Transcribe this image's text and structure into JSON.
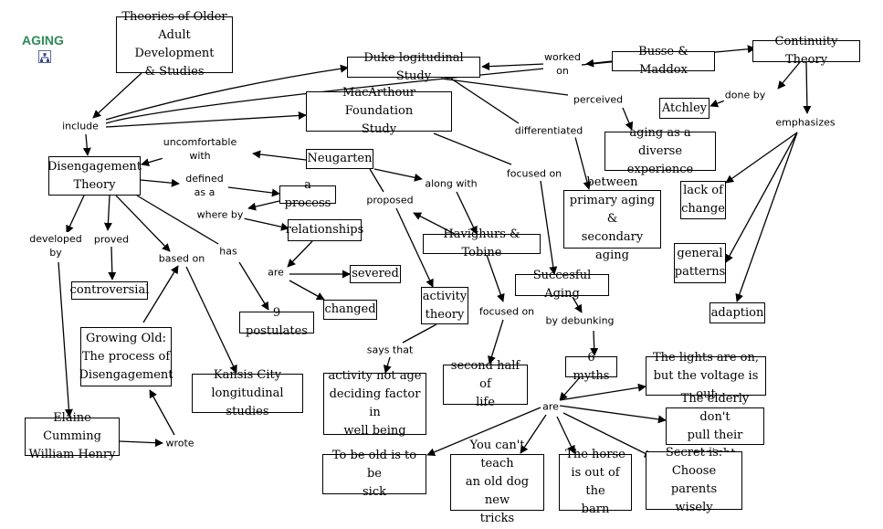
{
  "map_title": "AGING",
  "icon": "concept-map-icon",
  "nodes": [
    {
      "id": "theories",
      "text": "Theories of Older\nAdult Development\n& Studies"
    },
    {
      "id": "duke",
      "text": "Duke logitudinal Study"
    },
    {
      "id": "busse",
      "text": "Busse & Maddox"
    },
    {
      "id": "continuity",
      "text": "Continuity Theory"
    },
    {
      "id": "macarthur",
      "text": "MacArthour Foundation\nStudy"
    },
    {
      "id": "atchley",
      "text": "Atchley"
    },
    {
      "id": "diverse",
      "text": "aging as a\ndiverse experience"
    },
    {
      "id": "neugarten",
      "text": "Neugarten"
    },
    {
      "id": "disengagement",
      "text": "Disengagement\nTheory"
    },
    {
      "id": "process",
      "text": "a process"
    },
    {
      "id": "primary",
      "text": "between\nprimary aging &\nsecondary aging"
    },
    {
      "id": "lack",
      "text": "lack of\nchange"
    },
    {
      "id": "relationships",
      "text": "relationships"
    },
    {
      "id": "havighurst",
      "text": "Havighurs & Tobine"
    },
    {
      "id": "general",
      "text": "general\npatterns"
    },
    {
      "id": "severed",
      "text": "severed"
    },
    {
      "id": "successful",
      "text": "Succesful Aging"
    },
    {
      "id": "controversial",
      "text": "controversial"
    },
    {
      "id": "activity",
      "text": "activity\ntheory"
    },
    {
      "id": "changed",
      "text": "changed"
    },
    {
      "id": "adaption",
      "text": "adaption"
    },
    {
      "id": "postulates",
      "text": "9 postulates"
    },
    {
      "id": "growing",
      "text": "Growing Old:\nThe process of\nDisengagement"
    },
    {
      "id": "myths",
      "text": "6 myths"
    },
    {
      "id": "second",
      "text": "second half of\nlife"
    },
    {
      "id": "lights",
      "text": "The lights are on,\nbut the voltage is out"
    },
    {
      "id": "kansas",
      "text": "Kansis City\nlongitudinal studies"
    },
    {
      "id": "activitynot",
      "text": "activity not age\ndeciding factor in\nwell being"
    },
    {
      "id": "elderly",
      "text": "The elderly don't\npull their weight"
    },
    {
      "id": "elaine",
      "text": "Elaine Cumming\nWilliam Henry"
    },
    {
      "id": "sick",
      "text": "To be old is to be\nsick"
    },
    {
      "id": "olddog",
      "text": "You can't teach\nan old dog new\ntricks"
    },
    {
      "id": "horse",
      "text": "The horse\nis out of the\nbarn"
    },
    {
      "id": "secret",
      "text": "Secret is:\nChoose parents\nwisely"
    }
  ],
  "links": [
    {
      "id": "include",
      "text": "include"
    },
    {
      "id": "worked_on",
      "text": "worked\non"
    },
    {
      "id": "done_by",
      "text": "done by"
    },
    {
      "id": "perceived",
      "text": "perceived"
    },
    {
      "id": "emphasizes",
      "text": "emphasizes"
    },
    {
      "id": "differentiated",
      "text": "differentiated"
    },
    {
      "id": "uncomfortable",
      "text": "uncomfortable\nwith"
    },
    {
      "id": "focused_on_1",
      "text": "focused on"
    },
    {
      "id": "defined_as",
      "text": "defined\nas a"
    },
    {
      "id": "along_with",
      "text": "along with"
    },
    {
      "id": "proposed",
      "text": "proposed"
    },
    {
      "id": "where_by",
      "text": "where by"
    },
    {
      "id": "developed_by",
      "text": "developed\nby"
    },
    {
      "id": "proved",
      "text": "proved"
    },
    {
      "id": "has",
      "text": "has"
    },
    {
      "id": "based_on",
      "text": "based on"
    },
    {
      "id": "are_1",
      "text": "are"
    },
    {
      "id": "focused_on_2",
      "text": "focused on"
    },
    {
      "id": "by_debunking",
      "text": "by debunking"
    },
    {
      "id": "says_that",
      "text": "says that"
    },
    {
      "id": "are_2",
      "text": "are"
    },
    {
      "id": "wrote",
      "text": "wrote"
    }
  ]
}
